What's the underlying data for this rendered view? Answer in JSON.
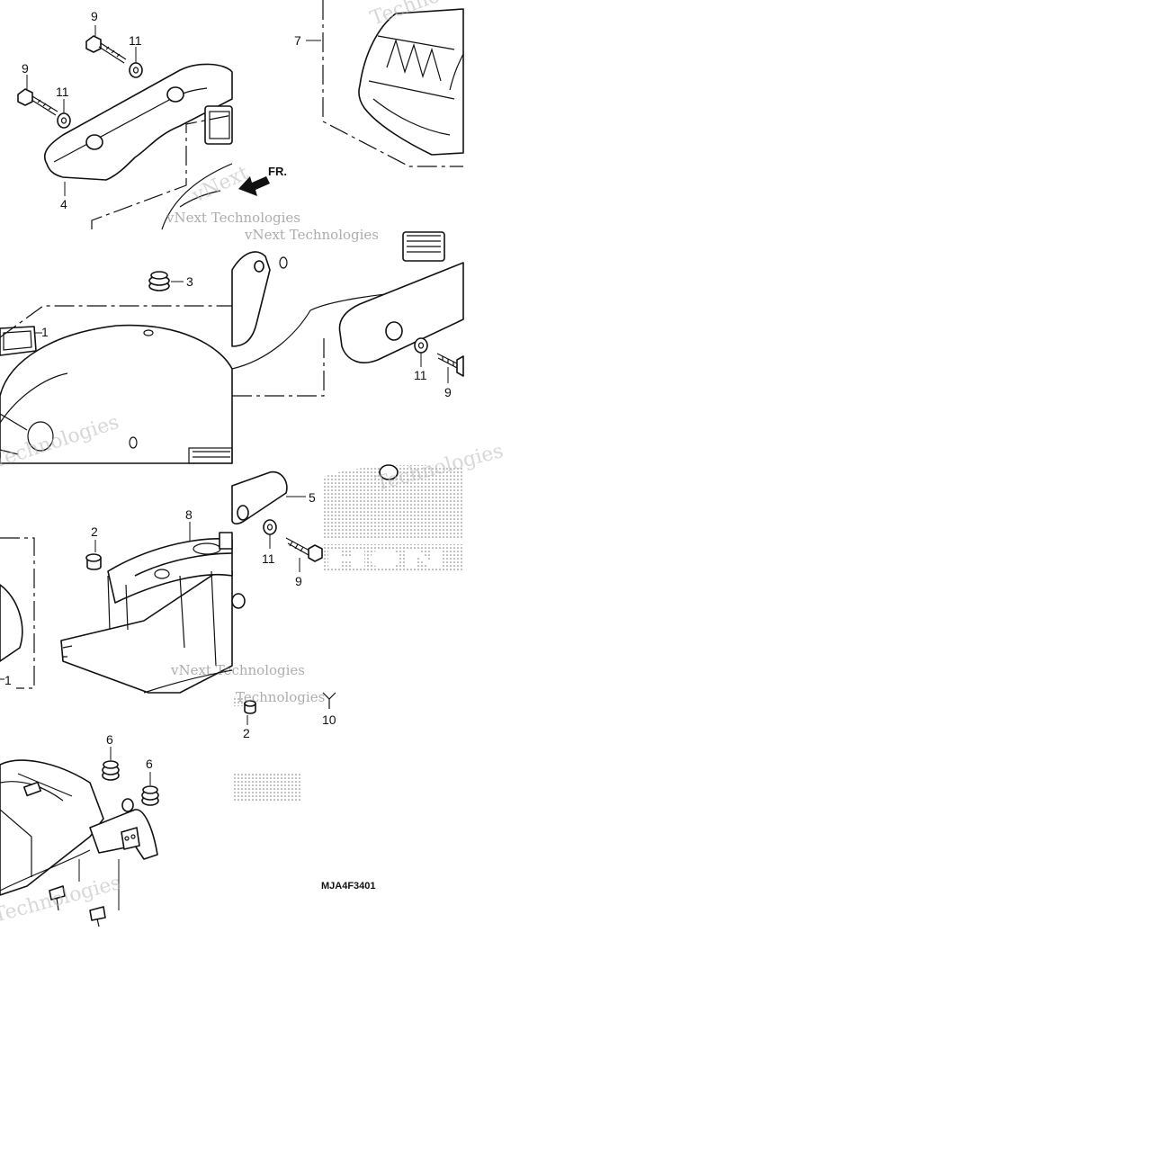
{
  "diagram": {
    "callouts": [
      {
        "id": "c-9a",
        "text": "9"
      },
      {
        "id": "c-11a",
        "text": "11"
      },
      {
        "id": "c-9b",
        "text": "9"
      },
      {
        "id": "c-11b",
        "text": "11"
      },
      {
        "id": "c-4",
        "text": "4"
      },
      {
        "id": "c-7",
        "text": "7"
      },
      {
        "id": "c-3",
        "text": "3"
      },
      {
        "id": "c-1a",
        "text": "1"
      },
      {
        "id": "c-11c",
        "text": "11"
      },
      {
        "id": "c-9c",
        "text": "9"
      },
      {
        "id": "c-5",
        "text": "5"
      },
      {
        "id": "c-2a",
        "text": "2"
      },
      {
        "id": "c-8",
        "text": "8"
      },
      {
        "id": "c-11d",
        "text": "11"
      },
      {
        "id": "c-9d",
        "text": "9"
      },
      {
        "id": "c-1b",
        "text": "1"
      },
      {
        "id": "c-10",
        "text": "10"
      },
      {
        "id": "c-2b",
        "text": "2"
      },
      {
        "id": "c-6a",
        "text": "6"
      },
      {
        "id": "c-6b",
        "text": "6"
      }
    ],
    "direction_label": "FR.",
    "diagram_code": "MJA4F3401",
    "brand_logo": "HONDA",
    "watermarks": [
      "Technologies",
      "vNext Technologies",
      "vNext",
      "Technologies",
      "Technologies",
      "vNext Technologies",
      "Technologies",
      "Technologies"
    ]
  }
}
